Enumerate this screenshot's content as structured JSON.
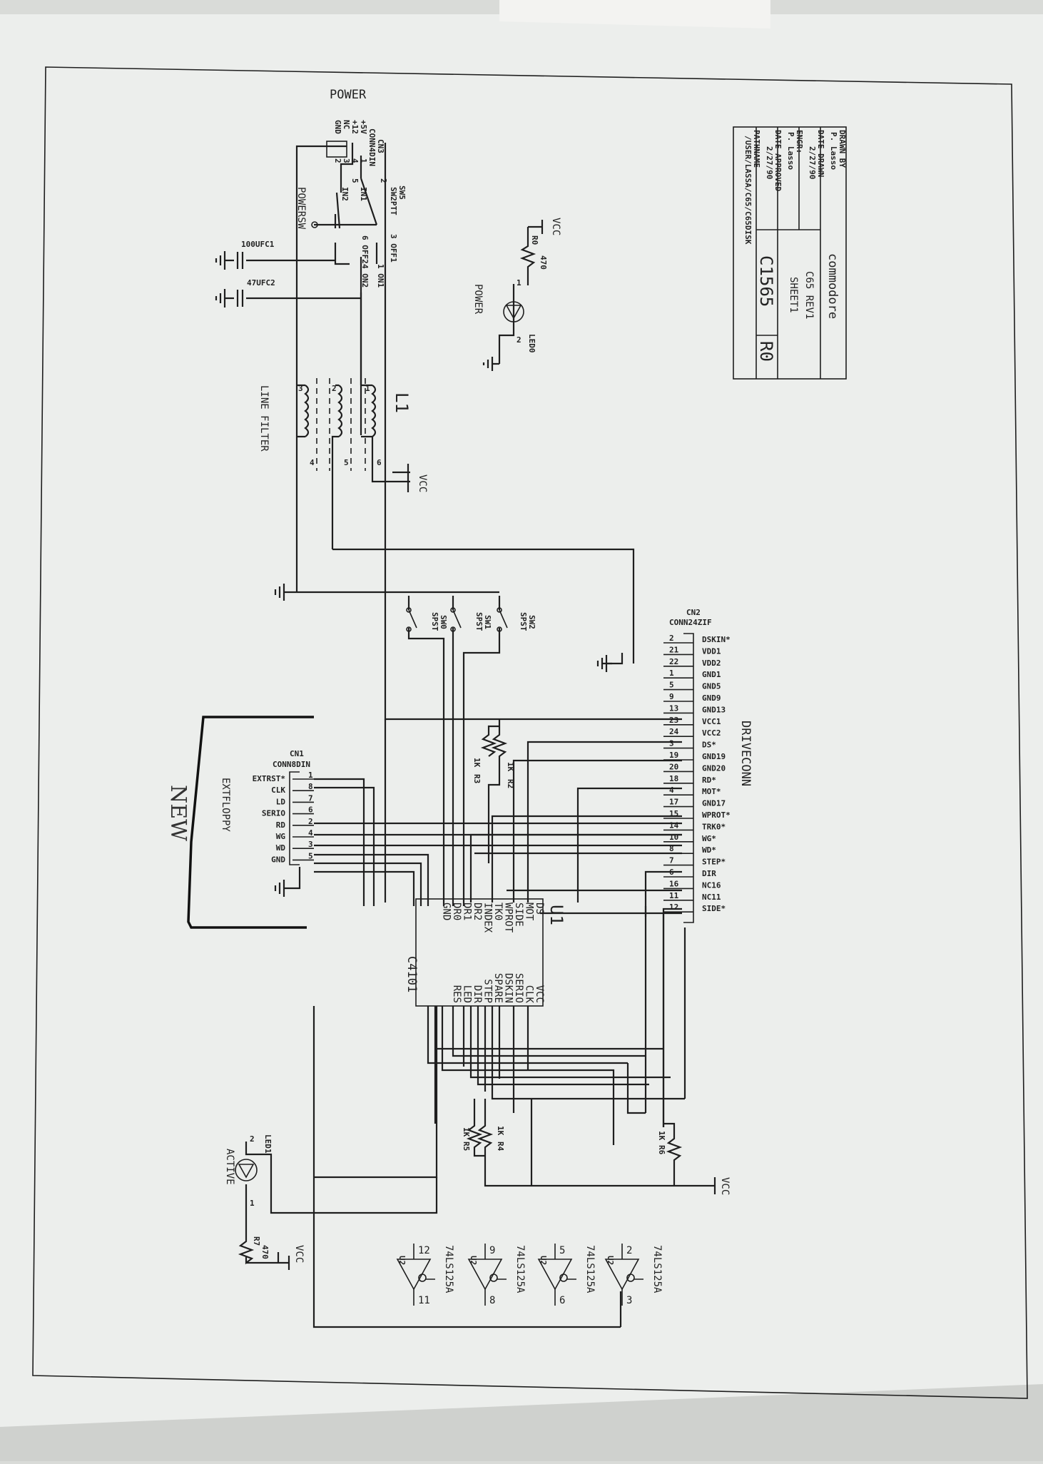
{
  "title_block": {
    "drawn_by_label": "DRAWN BY",
    "drawn_by": "P. Lasso",
    "date_drawn_label": "DATE DRAWN",
    "date_drawn": "2/27/90",
    "engr_label": "ENGR:",
    "engr": "P. Lasso",
    "date_approved_label": "DATE APPROVED",
    "date_approved": "2/27/90",
    "pathname_label": "PATHNAME",
    "pathname": "/USER/LASSA/C65/C65DISK",
    "company": "commodore",
    "project": "C65 REV1",
    "sheet": "SHEET1",
    "part_number": "C1565",
    "revision": "R0"
  },
  "power": {
    "title": "POWER",
    "cn3_ref": "CN3",
    "cn3_part": "CONN4DIN",
    "cn3_pins": [
      "+5V",
      "+12",
      "NC",
      "GND"
    ],
    "cn3_pin_numbers": [
      "1",
      "4",
      "3",
      "2"
    ],
    "switch_ref": "SW5",
    "switch_part": "SW2PTT",
    "switch_label": "POWERSW",
    "switch_pins": [
      "2",
      "IN1",
      "5",
      "IN2",
      "3 OFF1",
      "6 OFF2",
      "1 ON1",
      "4 ON2"
    ],
    "c1": "100UFC1",
    "c2": "47UFC2",
    "filter_ref": "L1",
    "filter_label": "LINE FILTER",
    "filter_pins": [
      "1",
      "6",
      "2",
      "5",
      "3",
      "4"
    ],
    "vcc": "VCC"
  },
  "power_led": {
    "vcc": "VCC",
    "resistor_value": "470",
    "resistor_ref": "R0",
    "led_ref": "LED0",
    "label": "POWER",
    "pins": [
      "1",
      "2"
    ]
  },
  "switches": [
    {
      "ref": "SW0",
      "type": "SPST"
    },
    {
      "ref": "SW1",
      "type": "SPST"
    },
    {
      "ref": "SW2",
      "type": "SPST"
    }
  ],
  "drive_connector": {
    "ref": "CN2",
    "part": "CONN24ZIF",
    "title": "DRIVECONN",
    "pins": [
      {
        "num": "2",
        "name": "DSKIN*"
      },
      {
        "num": "21",
        "name": "VDD1"
      },
      {
        "num": "22",
        "name": "VDD2"
      },
      {
        "num": "1",
        "name": "GND1"
      },
      {
        "num": "5",
        "name": "GND5"
      },
      {
        "num": "9",
        "name": "GND9"
      },
      {
        "num": "13",
        "name": "GND13"
      },
      {
        "num": "23",
        "name": "VCC1"
      },
      {
        "num": "24",
        "name": "VCC2"
      },
      {
        "num": "3",
        "name": "DS*"
      },
      {
        "num": "19",
        "name": "GND19"
      },
      {
        "num": "20",
        "name": "GND20"
      },
      {
        "num": "18",
        "name": "RD*"
      },
      {
        "num": "4",
        "name": "MOT*"
      },
      {
        "num": "17",
        "name": "GND17"
      },
      {
        "num": "15",
        "name": "WPROT*"
      },
      {
        "num": "14",
        "name": "TRK0*"
      },
      {
        "num": "10",
        "name": "WG*"
      },
      {
        "num": "8",
        "name": "WD*"
      },
      {
        "num": "7",
        "name": "STEP*"
      },
      {
        "num": "6",
        "name": "DIR"
      },
      {
        "num": "16",
        "name": "NC16"
      },
      {
        "num": "11",
        "name": "NC11"
      },
      {
        "num": "12",
        "name": "SIDE*"
      }
    ]
  },
  "ext_connector": {
    "ref": "CN1",
    "part": "CONN8DIN",
    "title": "EXTFLOPPY",
    "note": "NEW",
    "pins": [
      {
        "num": "1",
        "name": "EXTRST*"
      },
      {
        "num": "8",
        "name": "CLK"
      },
      {
        "num": "7",
        "name": "LD"
      },
      {
        "num": "6",
        "name": "SERIO"
      },
      {
        "num": "2",
        "name": "RD"
      },
      {
        "num": "4",
        "name": "WG"
      },
      {
        "num": "3",
        "name": "WD"
      },
      {
        "num": "5",
        "name": "GND"
      }
    ]
  },
  "u1": {
    "ref": "U1",
    "part": "C4101",
    "left_pins": [
      "DS",
      "MOT",
      "SIDE",
      "WPROT",
      "TK0",
      "INDEX",
      "DR2",
      "DR1",
      "DR0",
      "GND"
    ],
    "right_pins": [
      "VCC",
      "CLK",
      "SERIO",
      "DSKIN",
      "SPARE",
      "STEP",
      "DIR",
      "LED",
      "RES"
    ]
  },
  "resistors": [
    {
      "ref": "R2",
      "value": "1K"
    },
    {
      "ref": "R3",
      "value": "1K"
    },
    {
      "ref": "R4",
      "value": "1K"
    },
    {
      "ref": "R5",
      "value": "1K"
    },
    {
      "ref": "R6",
      "value": "1K"
    }
  ],
  "active_led": {
    "led_ref": "LED1",
    "label": "ACTIVE",
    "resistor_value": "470",
    "resistor_ref": "R7",
    "vcc": "VCC",
    "pins": [
      "2",
      "1"
    ]
  },
  "vcc_label": "VCC",
  "buffers": [
    {
      "part": "74LS125A",
      "ref": "U2",
      "in": "2",
      "out": "3"
    },
    {
      "part": "74LS125A",
      "ref": "U2",
      "in": "5",
      "out": "6"
    },
    {
      "part": "74LS125A",
      "ref": "U2",
      "in": "9",
      "out": "8"
    },
    {
      "part": "74LS125A",
      "ref": "U2",
      "in": "12",
      "out": "11"
    }
  ]
}
